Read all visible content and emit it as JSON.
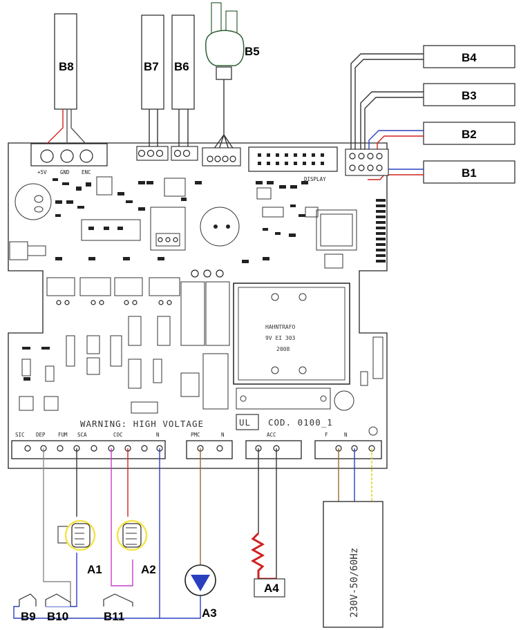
{
  "sensors": {
    "b1": "B1",
    "b2": "B2",
    "b3": "B3",
    "b4": "B4",
    "b5": "B5",
    "b6": "B6",
    "b7": "B7",
    "b8": "B8",
    "b9": "B9",
    "b10": "B10",
    "b11": "B11"
  },
  "actuators": {
    "a1": "A1",
    "a2": "A2",
    "a3": "A3",
    "a4": "A4"
  },
  "board": {
    "terminals_top": [
      "+5V",
      "GND",
      "ENC"
    ],
    "display_label": "DISPLAY",
    "warning": "WARNING: HIGH VOLTAGE",
    "ul_mark": "UL",
    "code": "COD. 0100_1",
    "transformer": [
      "HAHNTRAFO",
      "9V EI 303",
      "2008"
    ],
    "terminals_bottom": [
      "SIC",
      "DEP",
      "FUM",
      "SCA",
      "COC",
      "N"
    ],
    "pmc_terminals": [
      "PMC",
      "N"
    ],
    "acc_label": "ACC",
    "power_terminals": [
      "F",
      "N"
    ]
  },
  "supply": {
    "label": "230V-50/60Hz"
  },
  "colors": {
    "red": "#d0201e",
    "blue": "#2a3fc0",
    "magenta": "#c93ccc",
    "brown": "#9b6a2c",
    "grey": "#8a8a8a",
    "yellow_green": "#d9d600",
    "relay_yellow": "#f3e44a",
    "green_outline": "#2f5f36"
  }
}
